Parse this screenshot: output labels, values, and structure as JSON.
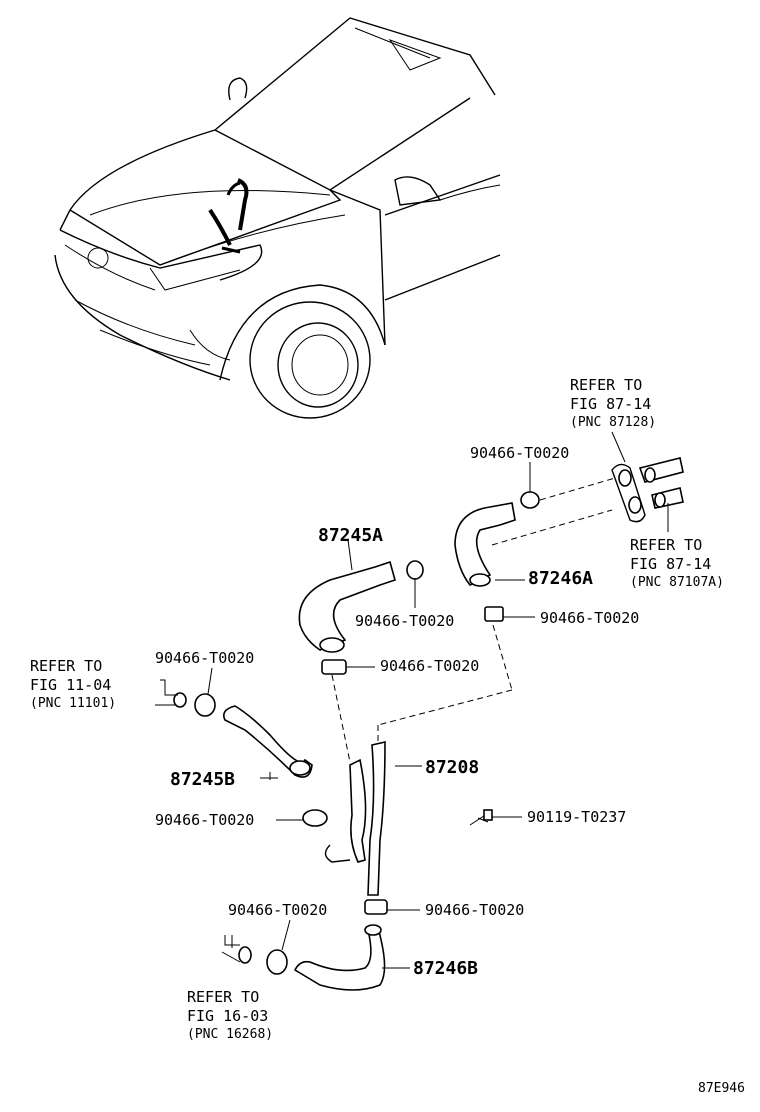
{
  "figure_code": "87E946",
  "part_numbers": {
    "hose_87245A": "87245A",
    "hose_87246A": "87246A",
    "hose_87245B": "87245B",
    "hose_87246B": "87246B",
    "pipe_87208": "87208",
    "clip_code": "90466-T0020",
    "bolt_code": "90119-T0237"
  },
  "references": {
    "top": {
      "line1": "REFER TO",
      "line2": "FIG 87-14",
      "line3": "(PNC 87128)"
    },
    "right": {
      "line1": "REFER TO",
      "line2": "FIG 87-14",
      "line3": "(PNC 87107A)"
    },
    "left": {
      "line1": "REFER TO",
      "line2": "FIG 11-04",
      "line3": "(PNC 11101)"
    },
    "bottom": {
      "line1": "REFER TO",
      "line2": "FIG 16-03",
      "line3": "(PNC 16268)"
    }
  }
}
